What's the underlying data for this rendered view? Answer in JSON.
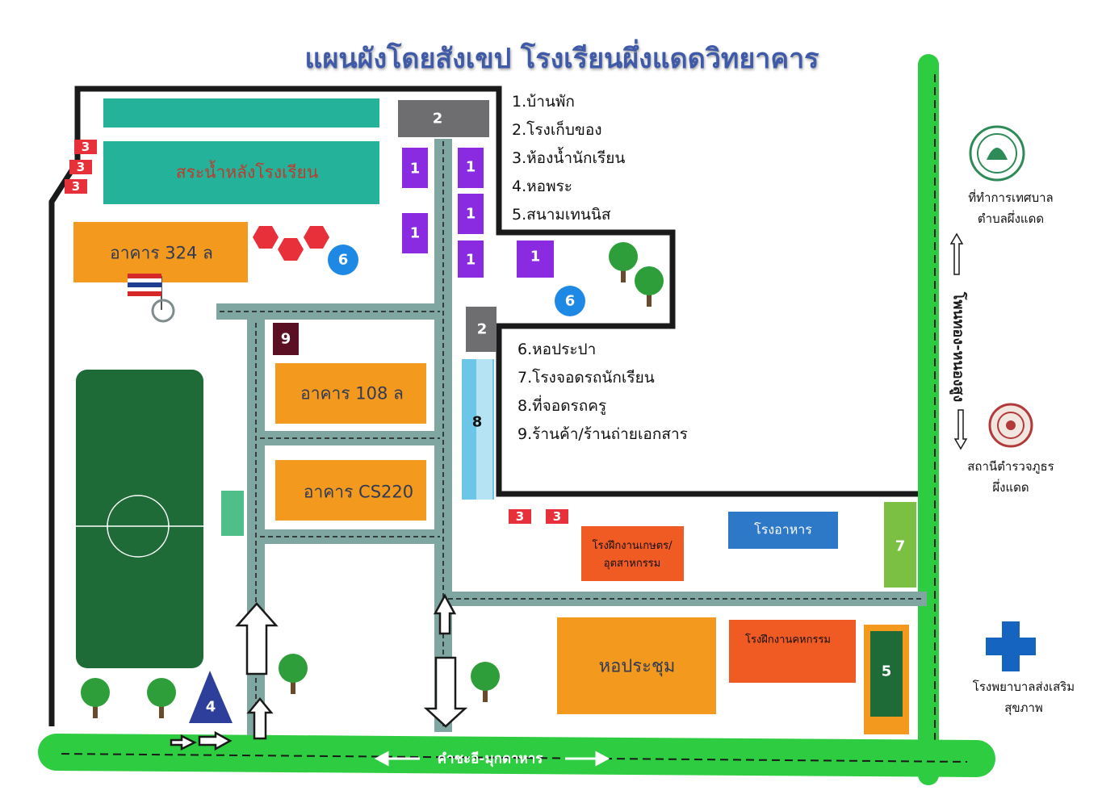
{
  "title": "แผนผังโดยสังเขป โรงเรียนผึ่งแดดวิทยาคาร",
  "legend": [
    "1.บ้านพัก",
    "2.โรงเก็บของ",
    "3.ห้องน้ำนักเรียน",
    "4.หอพระ",
    "5.สนามเทนนิส",
    "6.หอประปา",
    "7.โรงจอดรถนักเรียน",
    "8.ที่จอดรถครู",
    "9.ร้านค้า/ร้านถ่ายเอกสาร"
  ],
  "buildings": {
    "pond": "สระน้ำหลังโรงเรียน",
    "b324": "อาคาร 324 ล",
    "b108": "อาคาร 108 ล",
    "cs220": "อาคาร CS220",
    "agri": [
      "โรงฝึกงานเกษตร/",
      "อุตสาหกรรม"
    ],
    "canteen": "โรงอาหาร",
    "hall": "หอประชุม",
    "workshop": "โรงฝึกงานคหกรรม"
  },
  "markers": {
    "one": "1",
    "two": "2",
    "three": "3",
    "four": "4",
    "five": "5",
    "six": "6",
    "seven": "7",
    "eight": "8",
    "nine": "9"
  },
  "roads": {
    "bottom": "คำชะอี-มุกดาหาร",
    "right": "โพนทอง-หนองสูง"
  },
  "places": {
    "municipality": [
      "ที่ทำการเทศบาล",
      "ตำบลผึ่งแดด"
    ],
    "police": [
      "สถานีตำรวจภูธร",
      "ผึ่งแดด"
    ],
    "hospital": [
      "โรงพยาบาลส่งเสริม",
      "สุขภาพ"
    ]
  },
  "colors": {
    "road_green": "#2ecc40",
    "path_gray": "#7fa6a0",
    "building_orange": "#f39a1e",
    "pond_teal": "#24b39a",
    "field_green": "#1f6b38",
    "house_purple": "#8a2be2",
    "store_gray": "#6e6e70",
    "toilet_red": "#e8303a",
    "tower_blue": "#1e88e5",
    "shrine_navy": "#2d3f9a",
    "workshop_red": "#f05a23",
    "canteen_blue": "#2e78c8",
    "parking_green": "#7bc043",
    "parking_lightblue": "#6cc6e8",
    "shop_maroon": "#5a0f22",
    "hospital_blue": "#1565c0",
    "title_blue": "#3f5aa8"
  }
}
